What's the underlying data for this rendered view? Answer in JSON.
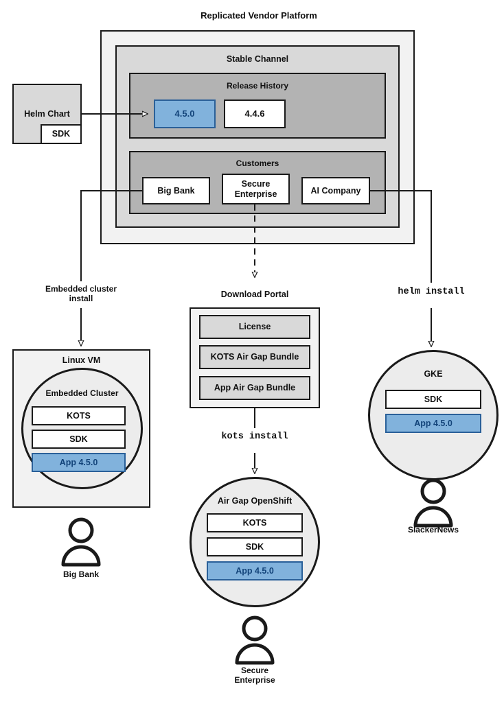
{
  "diagram": {
    "title": "Replicated Vendor Platform",
    "platform": {
      "channel_title": "Stable Channel",
      "release_history": {
        "title": "Release History",
        "releases": [
          {
            "version": "4.5.0",
            "highlighted": true
          },
          {
            "version": "4.4.6",
            "highlighted": false
          }
        ]
      },
      "customers": {
        "title": "Customers",
        "items": [
          "Big Bank",
          "Secure\nEnterprise",
          "AI Company"
        ]
      }
    },
    "helm_chart": {
      "title": "Helm Chart",
      "sdk_label": "SDK"
    },
    "edges": {
      "embedded_cluster_install": "Embedded cluster\ninstall",
      "kots_install": "kots install",
      "helm_install": "helm install"
    },
    "download_portal": {
      "title": "Download Portal",
      "artifacts": [
        "License",
        "KOTS Air Gap Bundle",
        "App Air Gap Bundle"
      ]
    },
    "linux_vm": {
      "title": "Linux VM",
      "cluster_title": "Embedded Cluster",
      "components": [
        {
          "label": "KOTS",
          "highlighted": false
        },
        {
          "label": "SDK",
          "highlighted": false
        },
        {
          "label": "App 4.5.0",
          "highlighted": true
        }
      ],
      "customer": "Big Bank"
    },
    "airgap_openshift": {
      "title": "Air Gap OpenShift",
      "components": [
        {
          "label": "KOTS",
          "highlighted": false
        },
        {
          "label": "SDK",
          "highlighted": false
        },
        {
          "label": "App 4.5.0",
          "highlighted": true
        }
      ],
      "customer": "Secure\nEnterprise"
    },
    "gke": {
      "title": "GKE",
      "components": [
        {
          "label": "SDK",
          "highlighted": false
        },
        {
          "label": "App 4.5.0",
          "highlighted": true
        }
      ],
      "customer": "SlackerNews"
    },
    "colors": {
      "accent_blue_fill": "#81b2dc",
      "accent_blue_border": "#2a6099",
      "accent_blue_text": "#13447a",
      "container_l1": "#f2f2f2",
      "container_l2": "#d9d9d9",
      "container_l3": "#b3b3b3",
      "circle_fill": "#ececec",
      "stroke": "#1a1a1a"
    }
  }
}
